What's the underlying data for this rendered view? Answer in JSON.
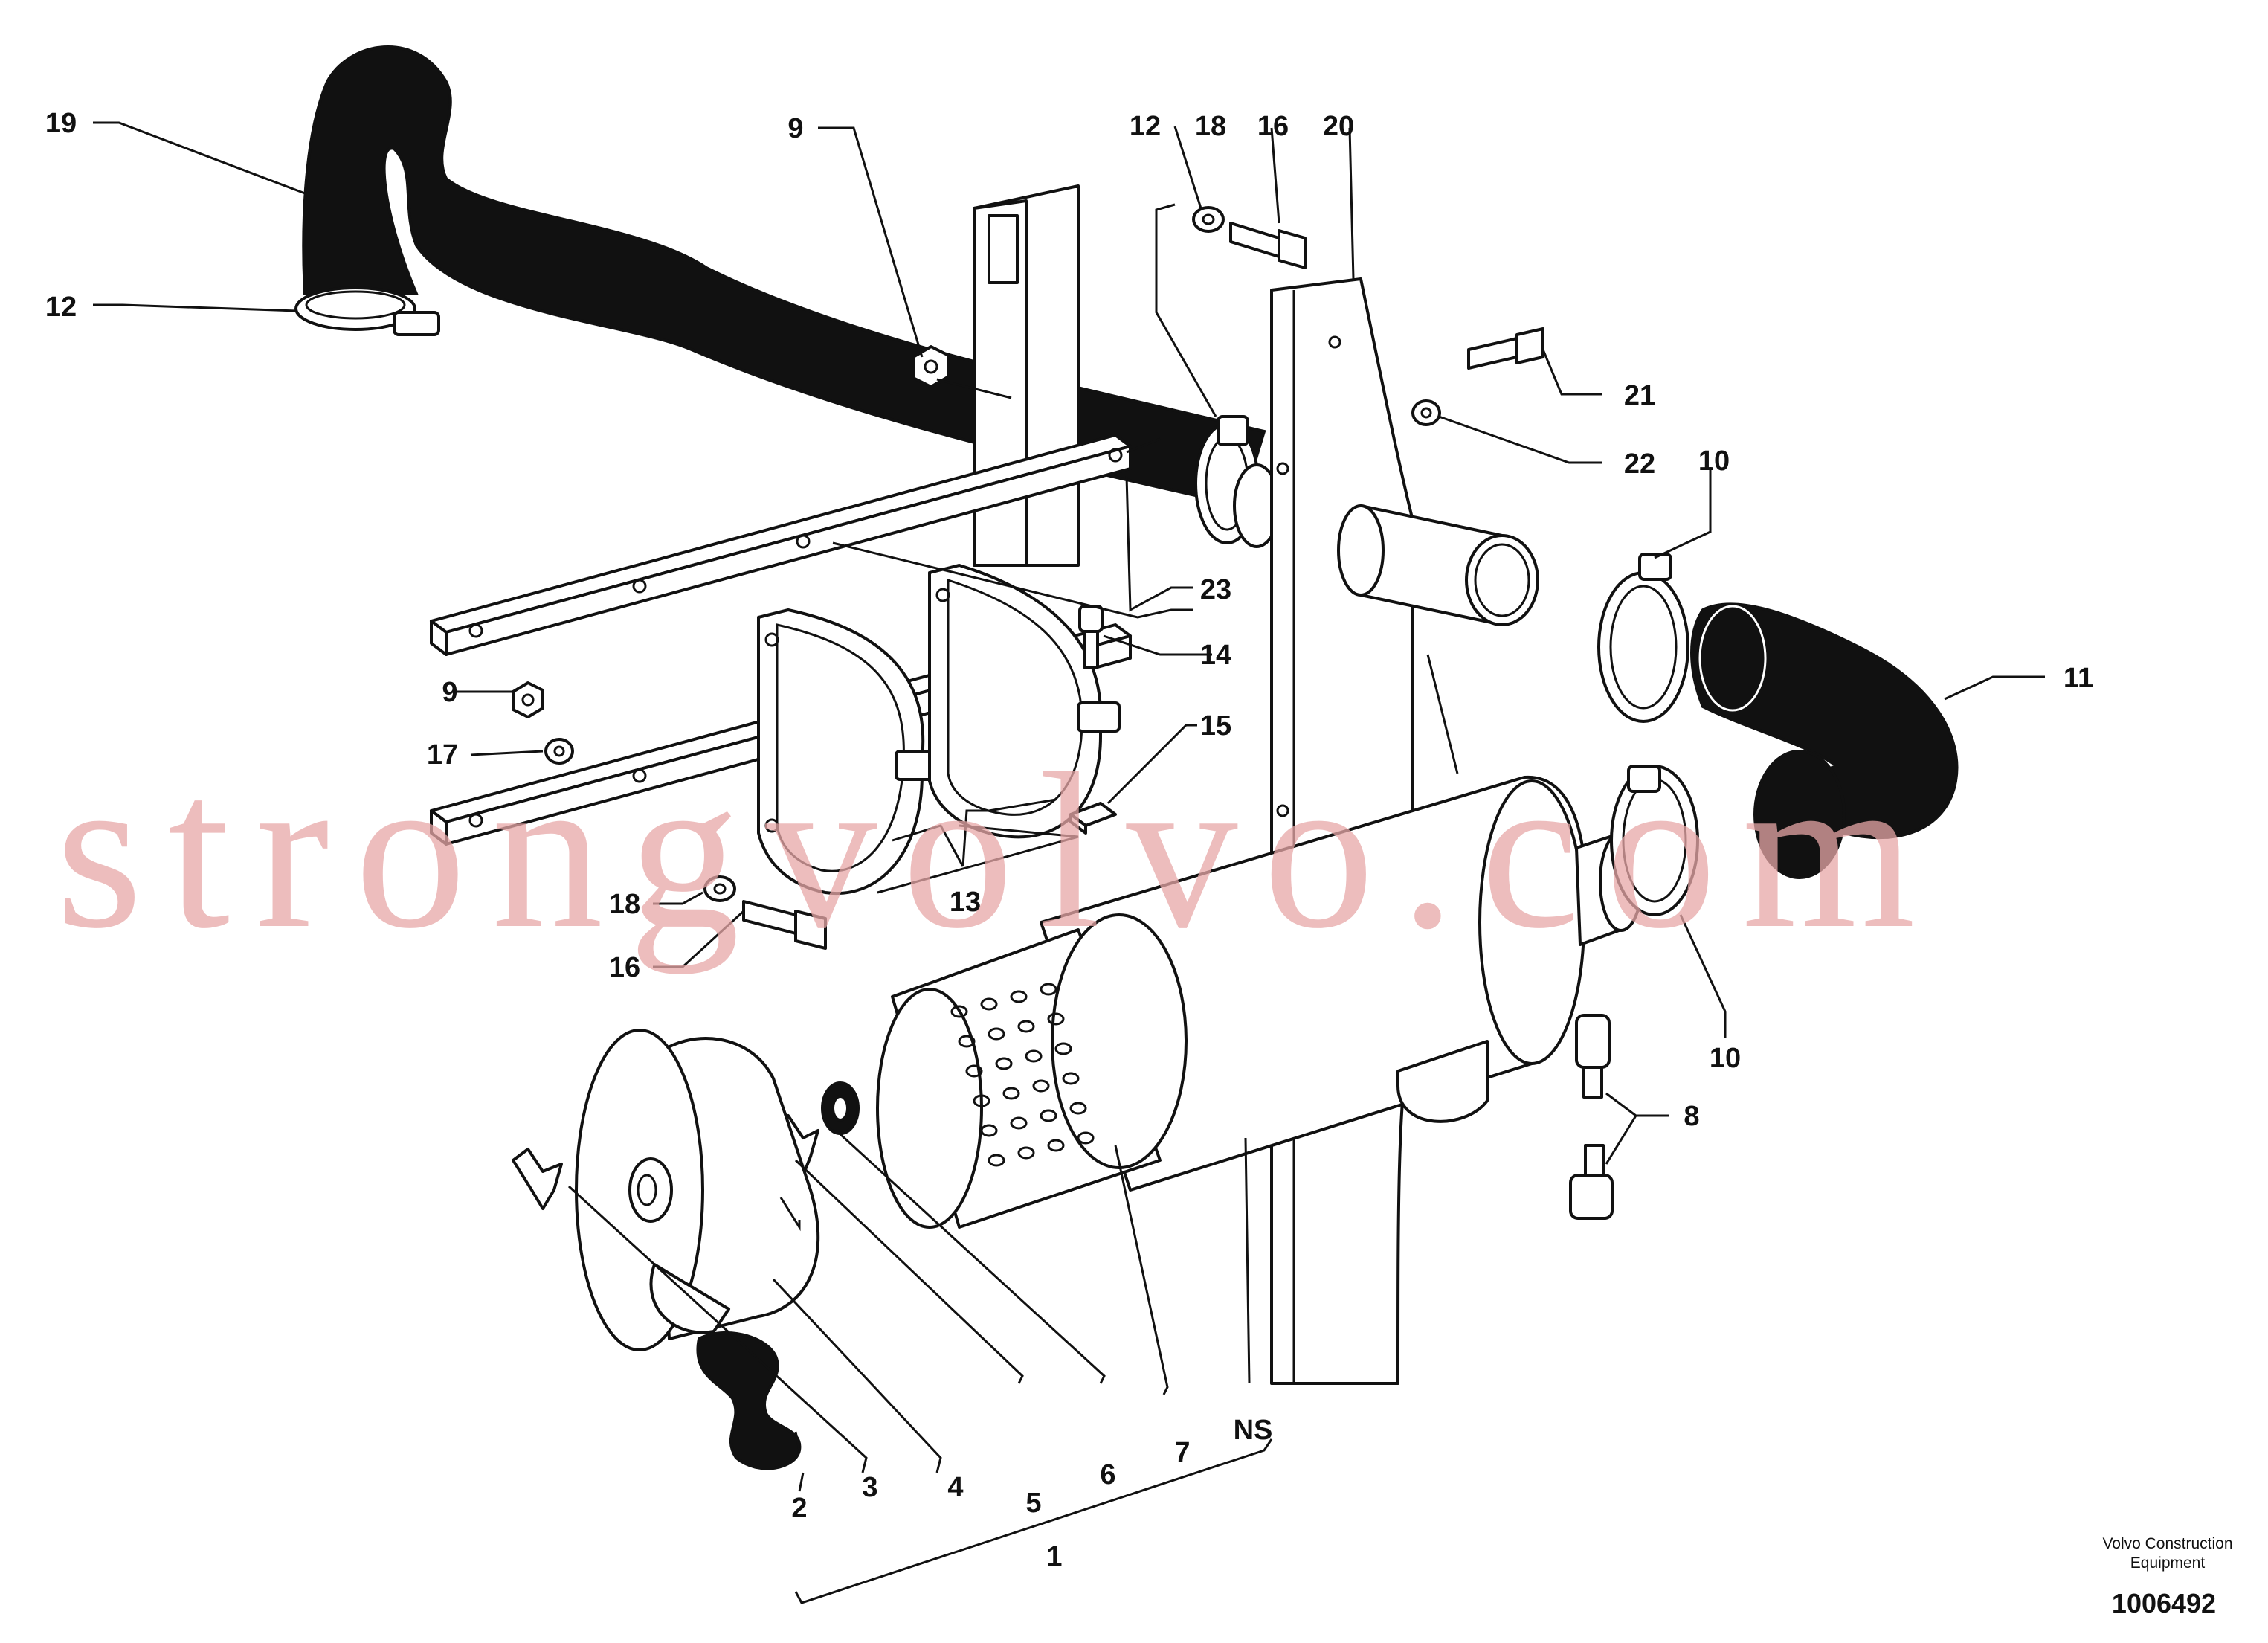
{
  "diagram": {
    "labels": {
      "l19": "19",
      "l12a": "12",
      "l9a": "9",
      "l12b": "12",
      "l18a": "18",
      "l16a": "16",
      "l20": "20",
      "l21": "21",
      "l22": "22",
      "l10a": "10",
      "l23": "23",
      "l14": "14",
      "l9b": "9",
      "l17": "17",
      "l15": "15",
      "l11": "11",
      "l13": "13",
      "l18b": "18",
      "l16b": "16",
      "l10b": "10",
      "l8": "8",
      "l2": "2",
      "l3": "3",
      "l4": "4",
      "l5": "5",
      "l6": "6",
      "l7": "7",
      "lNS": "NS",
      "l1": "1"
    },
    "watermark": "strongvolvo.com",
    "credit_line1": "Volvo Construction",
    "credit_line2": "Equipment",
    "drawing_number": "1006492"
  }
}
